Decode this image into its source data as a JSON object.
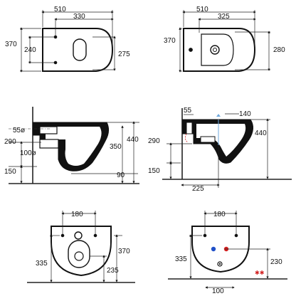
{
  "views": {
    "wc_top": {
      "dims": [
        "510",
        "330",
        "370",
        "240",
        "275"
      ]
    },
    "bidet_top": {
      "dims": [
        "510",
        "325",
        "370",
        "280"
      ]
    },
    "wc_side": {
      "dims": [
        "55ø",
        "290",
        "100ø",
        "150",
        "440",
        "350",
        "90"
      ]
    },
    "bidet_side": {
      "dims": [
        "55",
        "140",
        "290",
        "440",
        "150",
        "225"
      ]
    },
    "wc_rear": {
      "dims": [
        "180",
        "335",
        "370",
        "235"
      ]
    },
    "bidet_rear": {
      "dims": [
        "180",
        "335",
        "230",
        "100"
      ]
    }
  },
  "colors": {
    "line": "#111111",
    "hot_marker": "#d22020",
    "cold_marker": "#2050c8",
    "height_arrow": "#6fa8dc"
  }
}
